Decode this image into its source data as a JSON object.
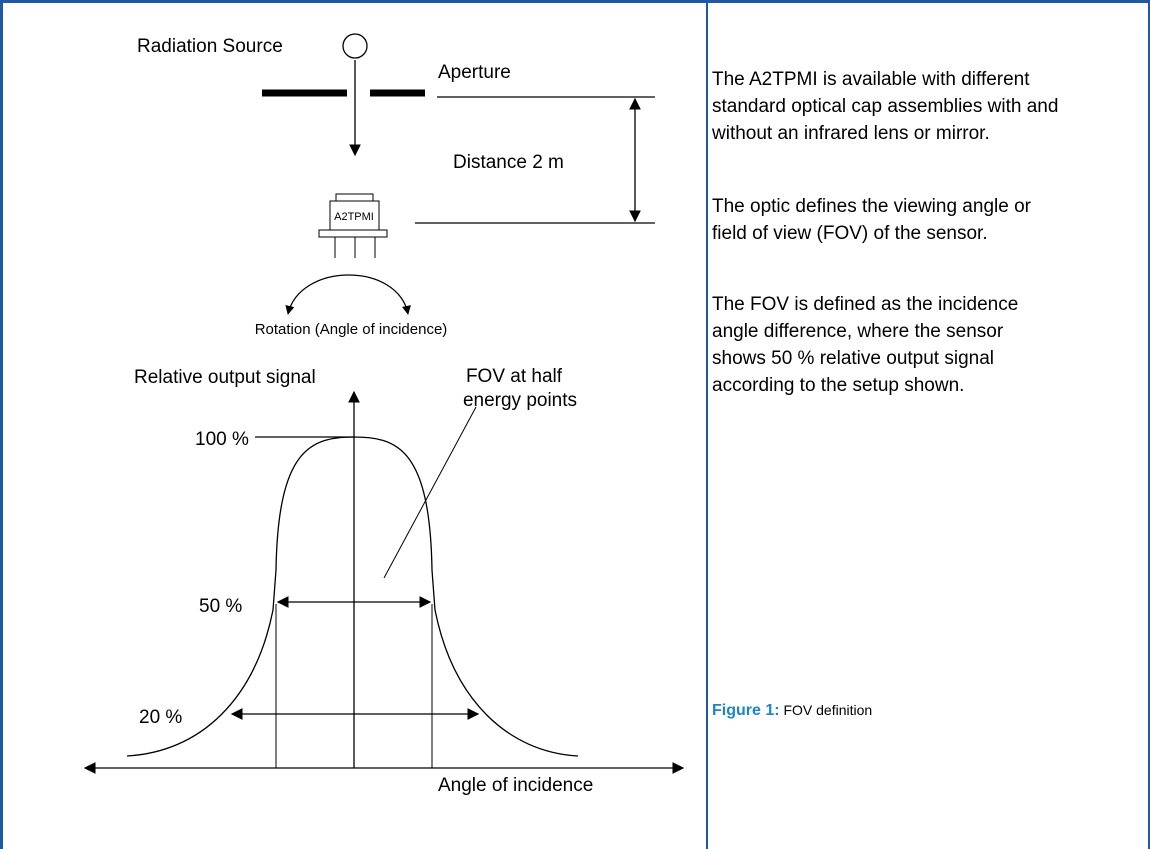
{
  "diagram": {
    "source_label": "Radiation Source",
    "aperture_label": "Aperture",
    "distance_label": "Distance 2 m",
    "sensor_label": "A2TPMI",
    "rotation_label": "Rotation (Angle of incidence)",
    "y_axis_label": "Relative output signal",
    "x_axis_label": "Angle of incidence",
    "fov_label_line1": "FOV at half",
    "fov_label_line2": "energy points",
    "level_100": "100 %",
    "level_50": "50 %",
    "level_20": "20 %"
  },
  "description": {
    "para1_line1": "The A2TPMI is available with different",
    "para1_line2": "standard optical cap assemblies with and",
    "para1_line3": "without an infrared lens or mirror.",
    "para2_line1": "The optic defines the viewing angle or",
    "para2_line2": "field of view (FOV) of the sensor.",
    "para3_line1": "The FOV is defined as the incidence",
    "para3_line2": "angle difference, where the sensor",
    "para3_line3": "shows 50 % relative output signal",
    "para3_line4": "according to the setup shown."
  },
  "caption": {
    "label": "Figure 1:",
    "text": "FOV definition"
  },
  "colors": {
    "border": "#1f5aa0",
    "caption_label": "#1f84c6"
  }
}
